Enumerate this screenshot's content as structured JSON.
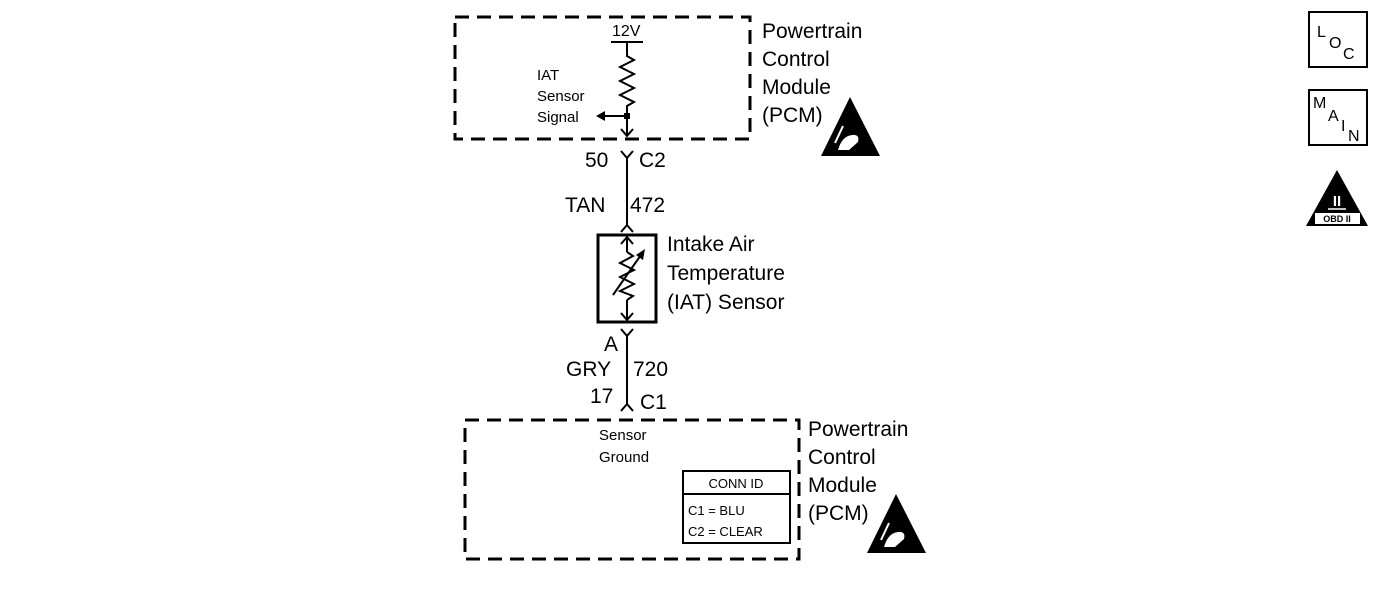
{
  "pcm_top": {
    "title_line1": "Powertrain",
    "title_line2": "Control",
    "title_line3": "Module",
    "title_line4": "(PCM)",
    "voltage": "12V",
    "signal_line1": "IAT",
    "signal_line2": "Sensor",
    "signal_line3": "Signal"
  },
  "connector_c2": {
    "pin": "50",
    "connector": "C2"
  },
  "wire_signal": {
    "color": "TAN",
    "circuit": "472"
  },
  "iat_sensor": {
    "label_line1": "Intake Air",
    "label_line2": "Temperature",
    "label_line3": "(IAT) Sensor",
    "pin": "A"
  },
  "wire_ground": {
    "color": "GRY",
    "circuit": "720"
  },
  "connector_c1": {
    "pin": "17",
    "connector": "C1"
  },
  "pcm_bottom": {
    "title_line1": "Powertrain",
    "title_line2": "Control",
    "title_line3": "Module",
    "title_line4": "(PCM)",
    "ground_line1": "Sensor",
    "ground_line2": "Ground"
  },
  "conn_id": {
    "header": "CONN ID",
    "row1": "C1 = BLU",
    "row2": "C2 = CLEAR"
  },
  "side_icons": {
    "loc_l": "L",
    "loc_o": "O",
    "loc_c": "C",
    "main_m": "M",
    "main_a": "A",
    "main_i": "I",
    "main_n": "N",
    "obd_numeral": "II",
    "obd_text": "OBD II"
  },
  "icons": [
    "esd-warning-icon",
    "loc-icon",
    "main-icon",
    "obd-ii-icon"
  ]
}
